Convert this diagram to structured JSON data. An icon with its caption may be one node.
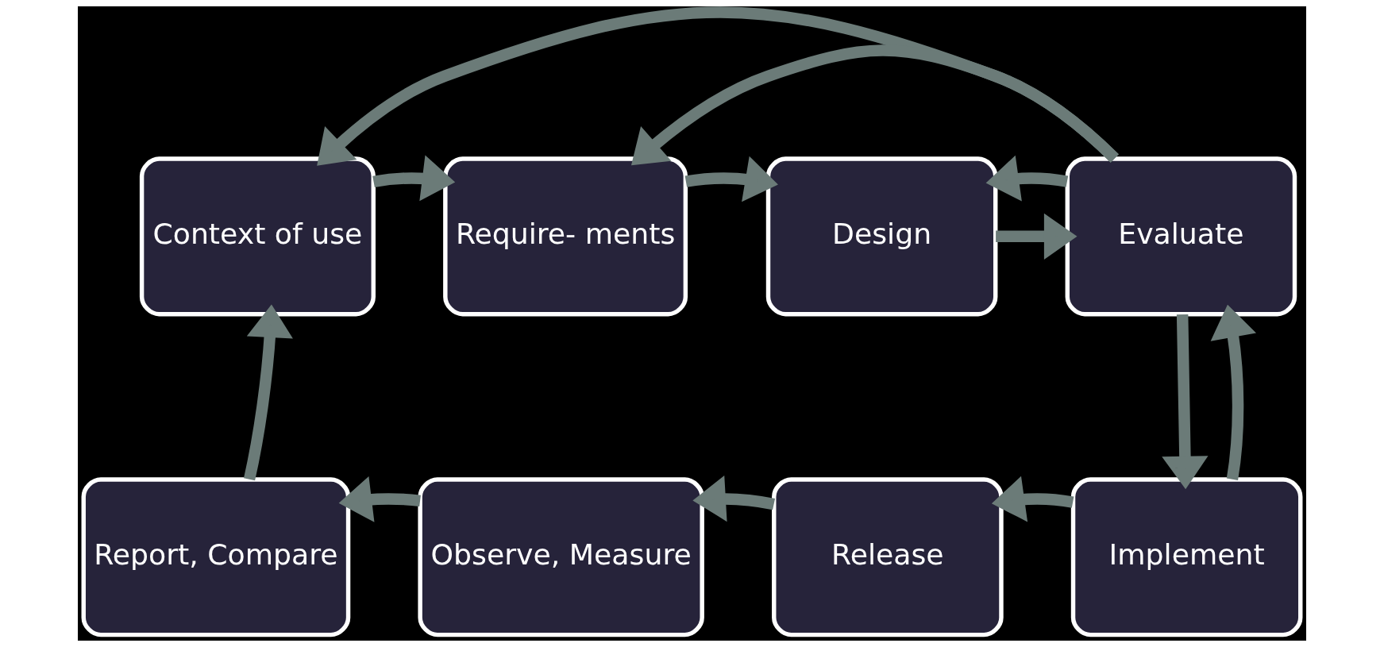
{
  "diagram": {
    "nodes": [
      {
        "text": [
          "Context of use"
        ]
      },
      {
        "text": [
          "Require- ments"
        ]
      },
      {
        "text": [
          "Design"
        ]
      },
      {
        "text": [
          "Evaluate"
        ]
      },
      {
        "text": [
          "Report, Compare"
        ]
      },
      {
        "text": [
          "Observe, Measure"
        ]
      },
      {
        "text": [
          "Release"
        ]
      },
      {
        "text": [
          "Implement"
        ]
      }
    ],
    "edges": [
      {
        "from": 0,
        "to": 1,
        "arrow": "to"
      },
      {
        "from": 1,
        "to": 2,
        "arrow": "to"
      },
      {
        "from": 2,
        "to": 3,
        "arrow": "to"
      },
      {
        "from": 3,
        "to": 7,
        "arrow": "to"
      },
      {
        "from": 7,
        "to": 6,
        "arrow": "to"
      },
      {
        "from": 6,
        "to": 5,
        "arrow": "to"
      },
      {
        "from": 5,
        "to": 4,
        "arrow": "to"
      },
      {
        "from": 4,
        "to": 0,
        "arrow": "to"
      },
      {
        "from": 3,
        "to": 2,
        "arrow": "to"
      },
      {
        "from": 3,
        "to": 1,
        "arrow": "to"
      },
      {
        "from": 3,
        "to": 0,
        "arrow": "to"
      },
      {
        "from": 7,
        "to": 3,
        "arrow": "to"
      }
    ]
  }
}
